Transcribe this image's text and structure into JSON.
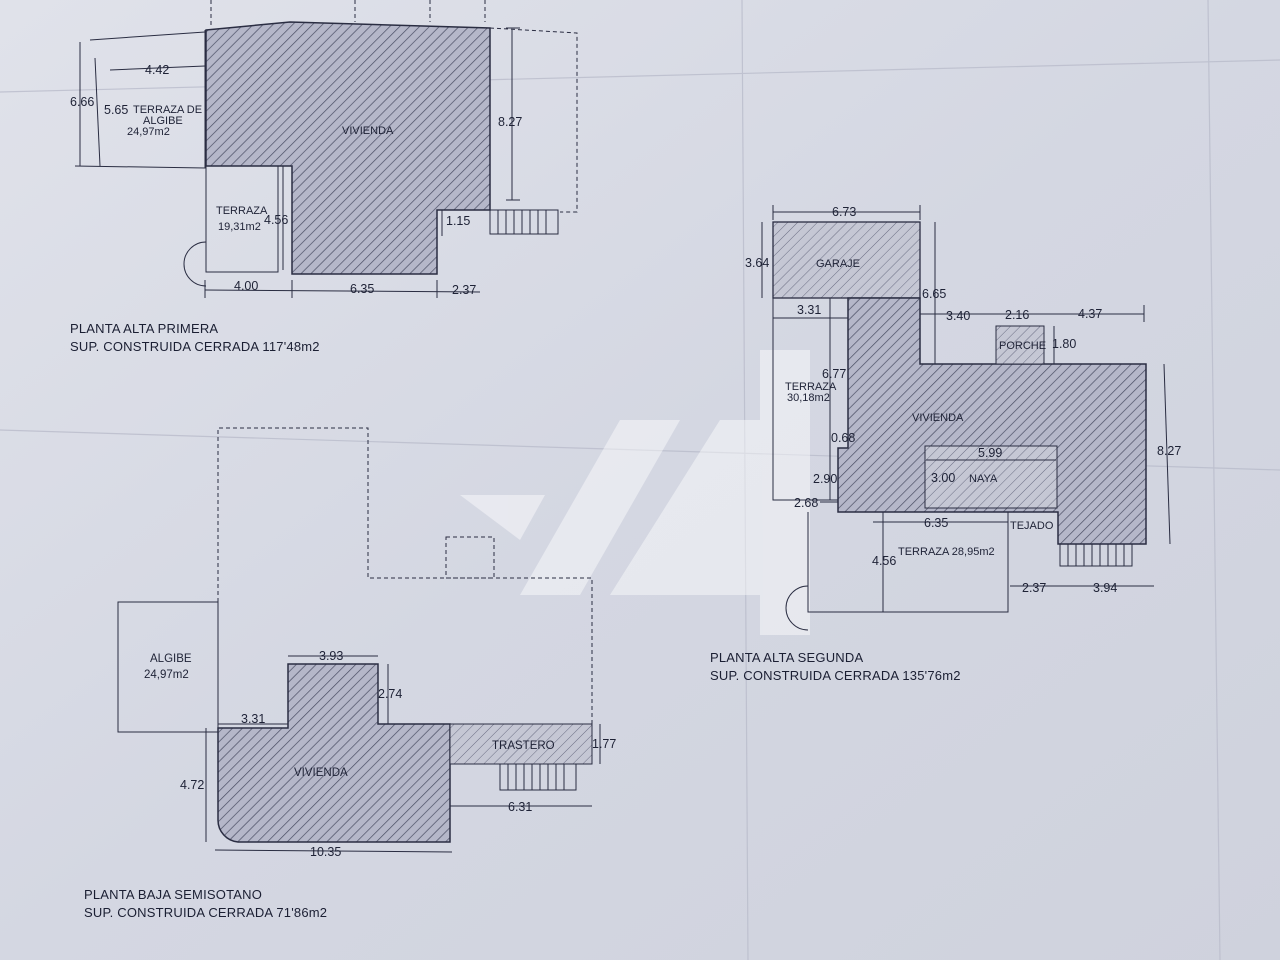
{
  "colors": {
    "paper": "#d6d9e4",
    "ink": "#1e2236",
    "hatch": "#b5b7c9",
    "watermark": "#ffffff"
  },
  "watermark": {
    "icon": "logo-mark"
  },
  "plans": {
    "primera": {
      "title": "PLANTA ALTA PRIMERA",
      "surface": "SUP. CONSTRUIDA CERRADA 117'48m2",
      "rooms": {
        "terraza_algibe": [
          "TERRAZA DE",
          "ALGIBE",
          "24,97m2"
        ],
        "vivienda": "VIVIENDA",
        "terraza": [
          "TERRAZA",
          "19,31m2"
        ]
      },
      "dims": {
        "d666": "6.66",
        "d565": "5.65",
        "d442": "4.42",
        "d827": "8.27",
        "d456": "4.56",
        "d115": "1.15",
        "d400": "4.00",
        "d635": "6.35",
        "d237": "2.37"
      }
    },
    "segunda": {
      "title": "PLANTA ALTA SEGUNDA",
      "surface": "SUP. CONSTRUIDA CERRADA 135'76m2",
      "rooms": {
        "garaje": "GARAJE",
        "porche": "PORCHE",
        "vivienda": "VIVIENDA",
        "naya": "NAYA",
        "terraza": [
          "TERRAZA",
          "30,18m2"
        ],
        "terraza_b": "TERRAZA 28,95m2",
        "tejado": "TEJADO"
      },
      "dims": {
        "d673": "6.73",
        "d364": "3.64",
        "d665": "6.65",
        "d331": "3.31",
        "d340": "3.40",
        "d216": "2.16",
        "d437": "4.37",
        "d180": "1.80",
        "d677": "6.77",
        "d827": "8.27",
        "d068": "0.68",
        "d599": "5.99",
        "d290": "2.90",
        "d300": "3.00",
        "d268": "2.68",
        "d635": "6.35",
        "d456": "4.56",
        "d237": "2.37",
        "d394": "3.94"
      }
    },
    "baja": {
      "title": "PLANTA BAJA SEMISOTANO",
      "surface": "SUP. CONSTRUIDA CERRADA 71'86m2",
      "rooms": {
        "algibe": [
          "ALGIBE",
          "24,97m2"
        ],
        "vivienda": "VIVIENDA",
        "trastero": "TRASTERO"
      },
      "dims": {
        "d393": "3.93",
        "d274": "2.74",
        "d331": "3.31",
        "d177": "1.77",
        "d472": "4.72",
        "d631": "6.31",
        "d1035": "10.35"
      }
    }
  }
}
